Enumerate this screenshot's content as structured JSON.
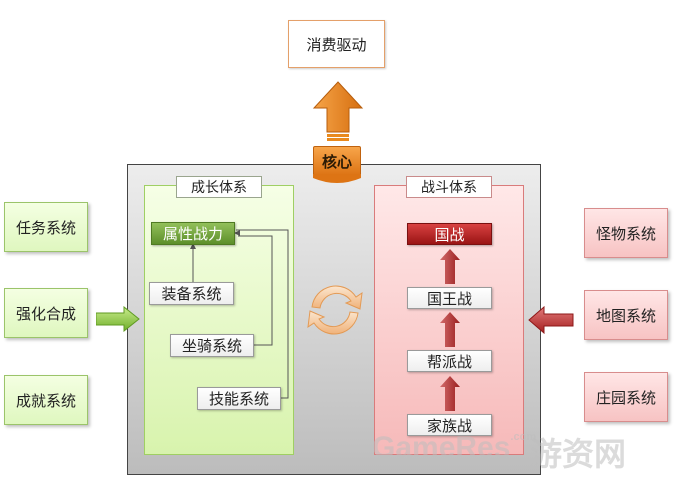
{
  "top": {
    "consume_label": "消费驱动"
  },
  "core": {
    "badge_label": "核心"
  },
  "left_systems": [
    "任务系统",
    "强化合成",
    "成就系统"
  ],
  "right_systems": [
    "怪物系统",
    "地图系统",
    "庄园系统"
  ],
  "growth": {
    "title": "成长体系",
    "attr": "属性战力",
    "nodes": [
      "装备系统",
      "坐骑系统",
      "技能系统"
    ]
  },
  "battle": {
    "title": "战斗体系",
    "nodes": [
      "国战",
      "国王战",
      "帮派战",
      "家族战"
    ]
  },
  "watermark": {
    "brand": "GameRes",
    "cn": "游资网"
  },
  "colors": {
    "accent_orange": "#e98a1e",
    "green": "#8cc63f",
    "red": "#c0392b"
  }
}
